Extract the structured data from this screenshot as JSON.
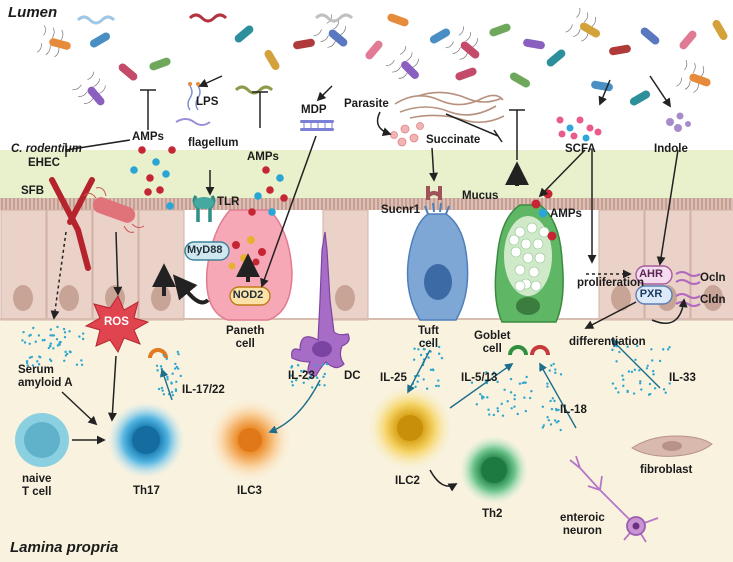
{
  "regions": {
    "lumen": "Lumen",
    "lamina_propria": "Lamina propria"
  },
  "labels": {
    "amps_left": "AMPs",
    "c_rodentium": "C. rodentium",
    "ehec": "EHEC",
    "sfb": "SFB",
    "lps": "LPS",
    "flagellum": "flagellum",
    "amps_mid": "AMPs",
    "tlr": "TLR",
    "myd88": "MyD88",
    "mdp": "MDP",
    "nod2": "NOD2",
    "paneth_cell": "Paneth\ncell",
    "ros": "ROS",
    "serum_amyloid": "Serum\namyloid A",
    "il17_22": "IL-17/22",
    "il23": "IL-23",
    "dc": "DC",
    "parasite": "Parasite",
    "succinate": "Succinate",
    "sucnr1": "Sucnr1",
    "tuft_cell": "Tuft\ncell",
    "mucus": "Mucus",
    "amps_goblet": "AMPs",
    "goblet_cell": "Goblet\ncell",
    "scfa": "SCFA",
    "indole": "Indole",
    "proliferation": "proliferation",
    "ahr": "AHR",
    "pxr": "PXR",
    "ocln": "Ocln",
    "cldn": "Cldn",
    "differentiation": "differentiation",
    "il25": "IL-25",
    "il5_13": "IL-5/13",
    "il18": "IL-18",
    "il33": "IL-33",
    "fibroblast": "fibroblast",
    "naive_tcell": "naive\nT cell",
    "th17": "Th17",
    "ilc3": "ILC3",
    "ilc2": "ILC2",
    "th2": "Th2",
    "enteric_neuron": "enteroic\nneuron"
  },
  "colors": {
    "lumen_bg": "#ffffff",
    "mucus_band": "#e6efc9",
    "epithelium": "#e8cfc6",
    "nucleus": "#c9a79b",
    "lamina_bg": "#f7f1dd",
    "paneth": "#f5a9b5",
    "tuft": "#7aa5d8",
    "goblet": "#66b86a",
    "ros": "#e0444e",
    "th17": "#1f8fc4",
    "ilc3": "#f2a24a",
    "ilc2": "#eab52b",
    "th2": "#2f9e57",
    "naive": "#7ec9d9",
    "dc": "#a26bc4",
    "neuron": "#b777c7"
  }
}
